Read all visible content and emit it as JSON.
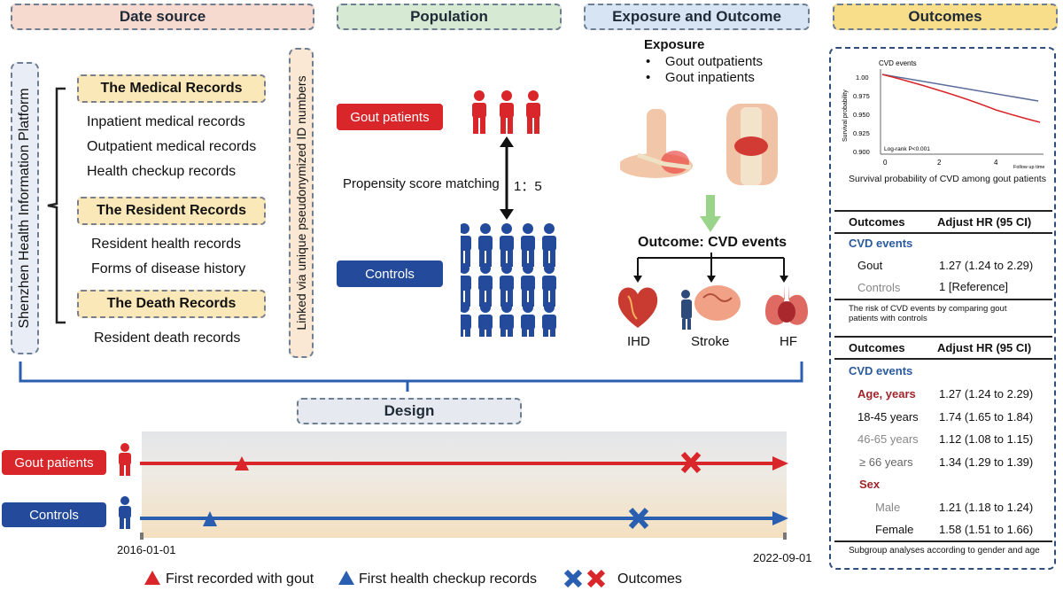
{
  "headers": {
    "date_source": "Date source",
    "population": "Population",
    "exposure_outcome": "Exposure and Outcome",
    "outcomes": "Outcomes",
    "design": "Design"
  },
  "date_source": {
    "platform": "Shenzhen Health Information Platform",
    "link": "Linked via unique pseudonymized ID numbers",
    "medical": {
      "title": "The Medical Records",
      "items": [
        "Inpatient medical records",
        "Outpatient medical records",
        "Health checkup records"
      ]
    },
    "resident": {
      "title": "The Resident Records",
      "items": [
        "Resident health records",
        "Forms of disease history"
      ]
    },
    "death": {
      "title": "The Death Records",
      "items": [
        "Resident death records"
      ]
    }
  },
  "population": {
    "gout": "Gout patients",
    "controls": "Controls",
    "psm": "Propensity score matching",
    "ratio": "1：5"
  },
  "exposure": {
    "title": "Exposure",
    "items": [
      "Gout outpatients",
      "Gout inpatients"
    ],
    "outcome_title": "Outcome: CVD events",
    "outcomes": [
      "IHD",
      "Stroke",
      "HF"
    ]
  },
  "survival": {
    "legend": "CVD events",
    "ylabel": "Survival probability",
    "xlabel": "Follow up time",
    "pvalue": "Log-rank P<0.001",
    "caption": "Survival probability of CVD among gout patients",
    "yticks": [
      "1.00",
      "0.975",
      "0.950",
      "0.925",
      "0.900"
    ],
    "xticks": [
      "0",
      "2",
      "4"
    ],
    "colors": {
      "gout": "#d8262a",
      "controls": "#5a6c9a"
    }
  },
  "table1": {
    "h1": "Outcomes",
    "h2": "Adjust HR (95 CI)",
    "group": "CVD events",
    "rows": [
      {
        "label": "Gout",
        "value": "1.27 (1.24 to 2.29)"
      },
      {
        "label": "Controls",
        "value": "1 [Reference]"
      }
    ],
    "caption": "The risk of  CVD events by comparing gout patients with controls"
  },
  "table2": {
    "h1": "Outcomes",
    "h2": "Adjust HR (95 CI)",
    "group": "CVD events",
    "age": {
      "label": "Age, years",
      "value": "1.27 (1.24 to 2.29)"
    },
    "age_rows": [
      {
        "label": "18-45 years",
        "value": "1.74 (1.65 to 1.84)"
      },
      {
        "label": "46-65 years",
        "value": "1.12 (1.08 to 1.15)"
      },
      {
        "label": "≥ 66 years",
        "value": "1.34 (1.29 to 1.39)"
      }
    ],
    "sex": {
      "label": "Sex"
    },
    "sex_rows": [
      {
        "label": "Male",
        "value": "1.21 (1.18 to 1.24)"
      },
      {
        "label": "Female",
        "value": "1.58 (1.51 to 1.66)"
      }
    ],
    "caption": "Subgroup analyses according to gender and age"
  },
  "design": {
    "gout": "Gout patients",
    "controls": "Controls",
    "start": "2016-01-01",
    "end": "2022-09-01",
    "legend": {
      "first_gout": "First recorded with gout",
      "first_checkup": "First health checkup records",
      "outcomes": "Outcomes"
    }
  }
}
